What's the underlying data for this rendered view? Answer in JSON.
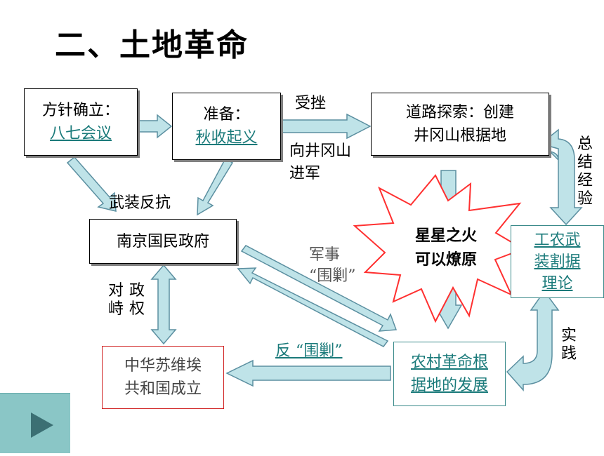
{
  "title": "二、土地革命",
  "nodes": {
    "policy": {
      "label": "方针确立：",
      "link": "八七会议"
    },
    "prep": {
      "label": "准备：",
      "link": "秋收起义"
    },
    "road": {
      "line1": "道路探索：创建",
      "line2": "井冈山根据地"
    },
    "nanjing": {
      "label": "南京国民政府"
    },
    "spark": {
      "line1": "星星之火",
      "line2": "可以燎原"
    },
    "theory": {
      "line1": "工农武",
      "line2": "装割据",
      "line3": "理论"
    },
    "soviet": {
      "line1": "中华苏维埃",
      "line2": "共和国成立"
    },
    "rural": {
      "line1": "农村革命根",
      "line2": "据地的发展"
    }
  },
  "labels": {
    "setback": "受挫",
    "march_line1": "向井冈山",
    "march_line2": "进军",
    "armed": "武装反抗",
    "summary": [
      "总",
      "结",
      "经",
      "验"
    ],
    "military_line1": "军事",
    "military_line2": "“围剿”",
    "confront": [
      "对",
      "峙"
    ],
    "regime": [
      "政",
      "权"
    ],
    "anti_siege": "反 “围剿”",
    "practice": [
      "实",
      "践"
    ]
  },
  "colors": {
    "arrow_fill": "#bfe3e8",
    "arrow_stroke": "#5b8fa0",
    "link": "#1a7a7a",
    "burst_stroke": "#ff3030",
    "soviet_border": "#d02020",
    "play_button": "#8ac6c6"
  },
  "icons": {
    "play": "play-triangle-icon"
  }
}
